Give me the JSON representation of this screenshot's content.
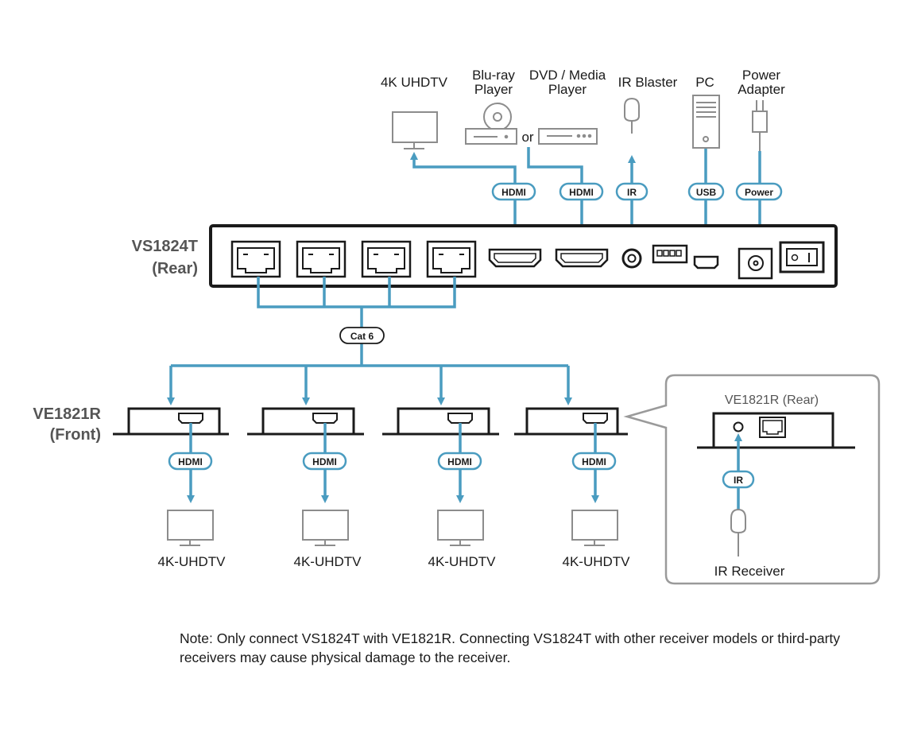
{
  "transmitter": {
    "name": "VS1824T",
    "view": "(Rear)"
  },
  "receiver": {
    "name": "VE1821R",
    "view": "(Front)",
    "rear_view_title": "VE1821R (Rear)"
  },
  "sources": {
    "tv": "4K UHDTV",
    "bluray_line1": "Blu-ray",
    "bluray_line2": "Player",
    "or": "or",
    "dvd_line1": "DVD / Media",
    "dvd_line2": "Player",
    "ir_blaster": "IR Blaster",
    "pc": "PC",
    "power_line1": "Power",
    "power_line2": "Adapter"
  },
  "cables": {
    "hdmi": "HDMI",
    "ir": "IR",
    "usb": "USB",
    "power": "Power",
    "cat6": "Cat 6"
  },
  "displays": [
    "4K-UHDTV",
    "4K-UHDTV",
    "4K-UHDTV",
    "4K-UHDTV"
  ],
  "ir_receiver": "IR Receiver",
  "note": "Note: Only connect VS1824T with VE1821R. Connecting VS1824T with other receiver models or third-party receivers may cause physical damage to the receiver.",
  "colors": {
    "cable": "#4a9cc0",
    "device_outline": "#1a1a1a",
    "icon_gray": "#8c8c8c"
  }
}
